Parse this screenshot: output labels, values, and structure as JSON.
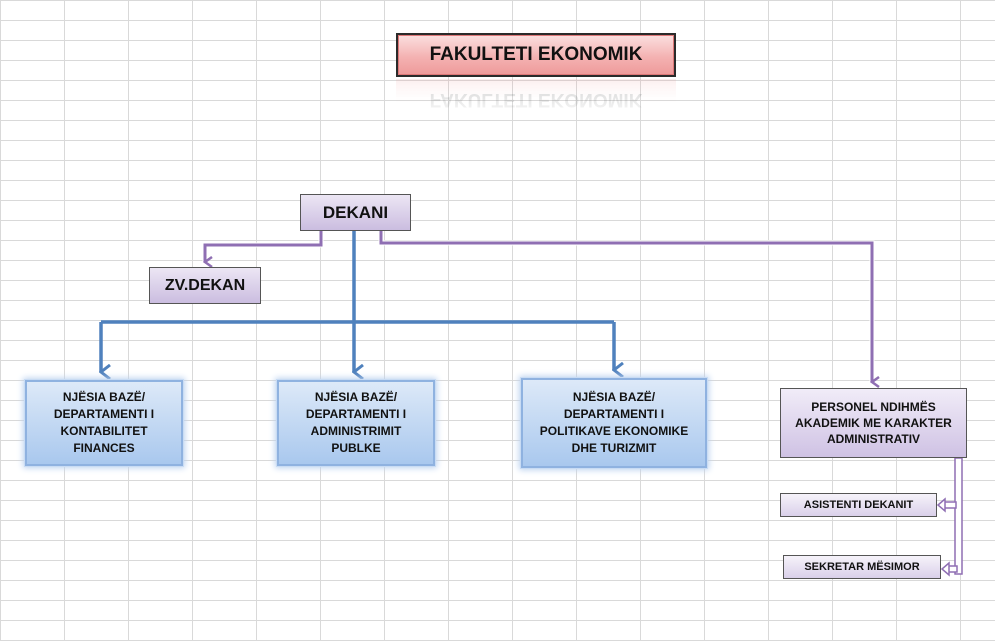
{
  "title": "FAKULTETI EKONOMIK",
  "dean": "DEKANI",
  "vice_dean": "ZV.DEKAN",
  "departments": [
    "NJËSIA BAZË/ DEPARTAMENTI I KONTABILITET FINANCES",
    "NJËSIA BAZË/ DEPARTAMENTI I ADMINISTRIMIT PUBLKE",
    "NJËSIA BAZË/ DEPARTAMENTI I POLITIKAVE EKONOMIKE DHE TURIZMIT"
  ],
  "support_staff": "PERSONEL NDIHMËS AKADEMIK ME KARAKTER ADMINISTRATIV",
  "assistant": "ASISTENTI DEKANIT",
  "secretary": "SEKRETAR MËSIMOR",
  "colors": {
    "purple_connector": "#8f6fb3",
    "blue_connector": "#4f81bd"
  }
}
